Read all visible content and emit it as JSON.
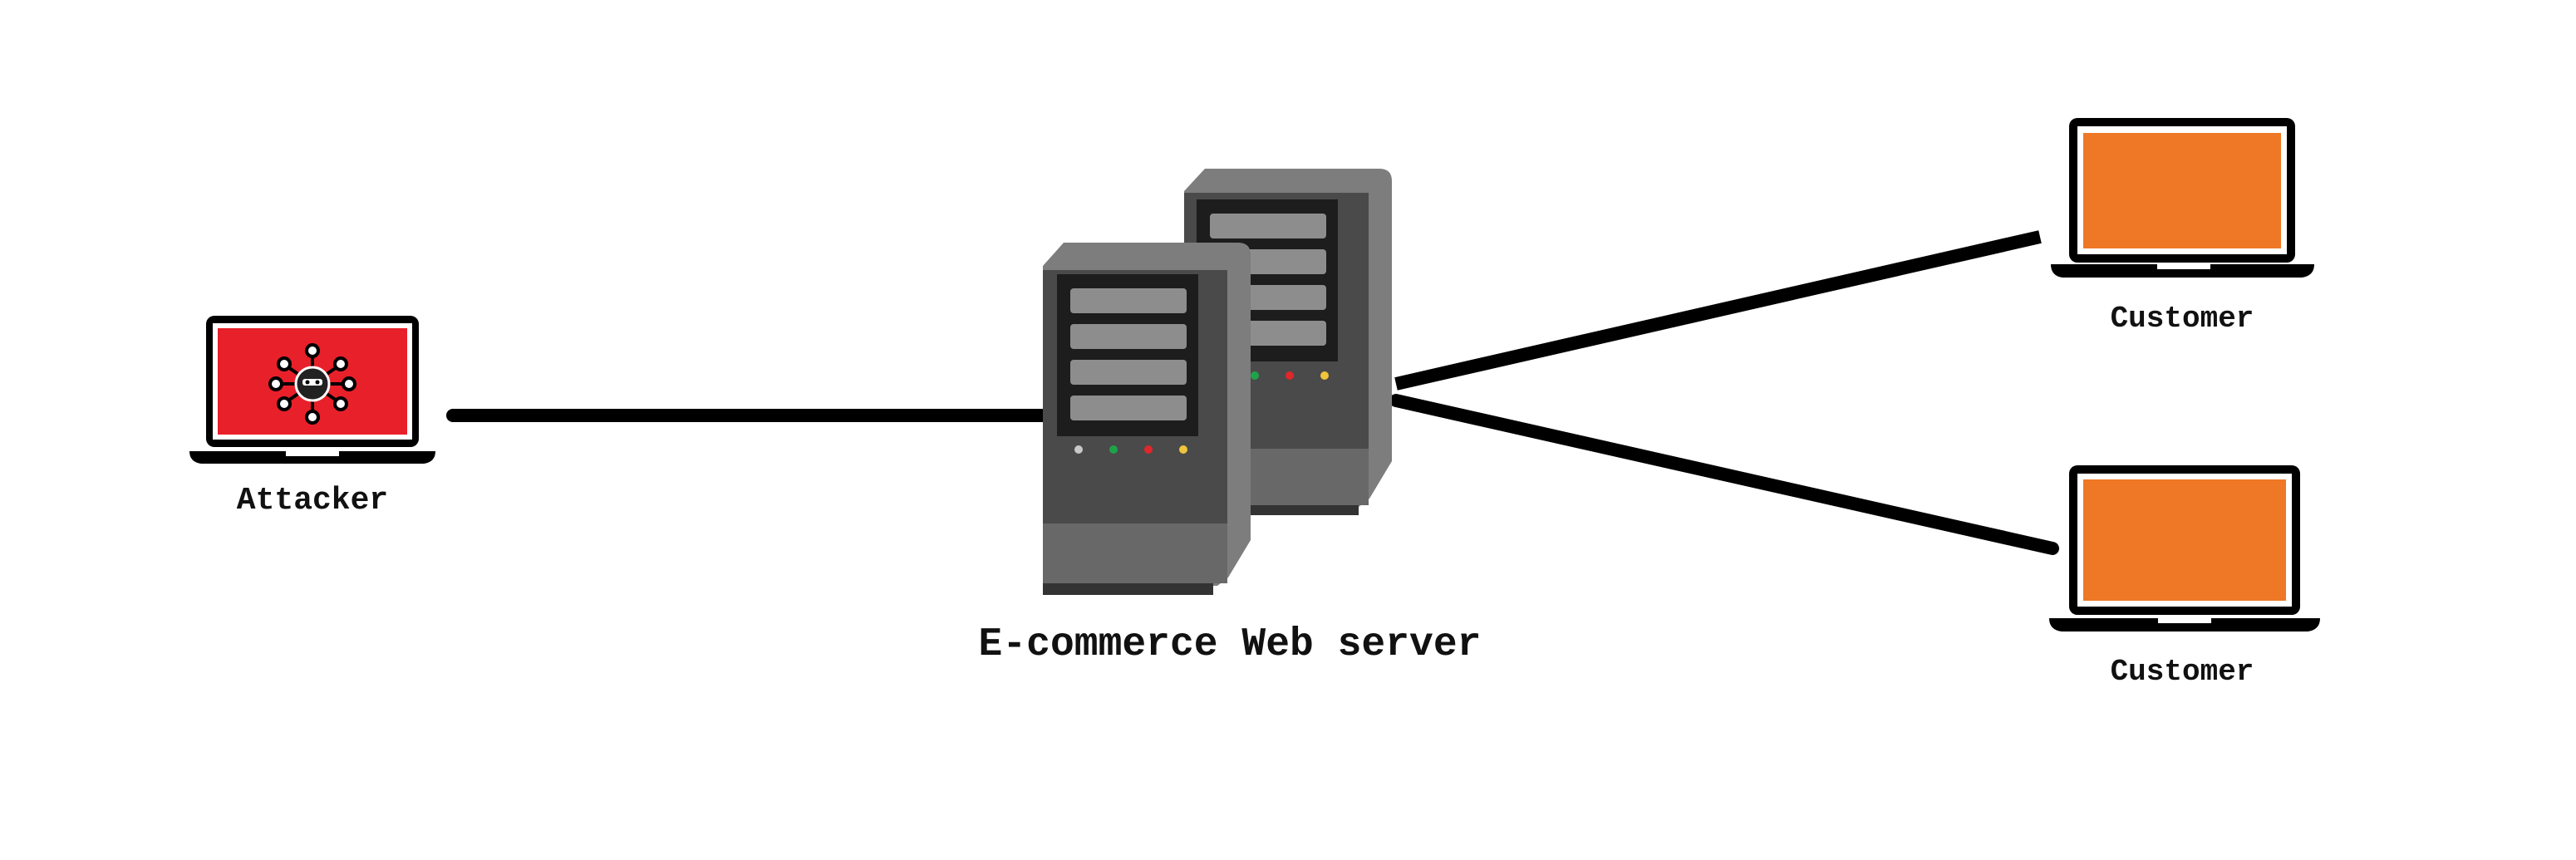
{
  "nodes": {
    "attacker": {
      "label": "Attacker",
      "icon": "malware-laptop-icon",
      "screen_color": "#e8202a"
    },
    "server": {
      "label": "E-commerce Web server",
      "icon": "server-tower-icon"
    },
    "customer_top": {
      "label": "Customer",
      "icon": "laptop-icon",
      "screen_color": "#ee7826"
    },
    "customer_bottom": {
      "label": "Customer",
      "icon": "laptop-icon",
      "screen_color": "#ee7826"
    }
  },
  "edges": [
    {
      "from": "attacker",
      "to": "server"
    },
    {
      "from": "server",
      "to": "customer_top"
    },
    {
      "from": "server",
      "to": "customer_bottom"
    }
  ],
  "colors": {
    "line": "#000000",
    "server_body": "#4a4a4a",
    "server_side": "#7d7d7d",
    "led_colors": [
      "#c8c8c8",
      "#1fa34a",
      "#e0272b",
      "#f0c43c"
    ]
  }
}
